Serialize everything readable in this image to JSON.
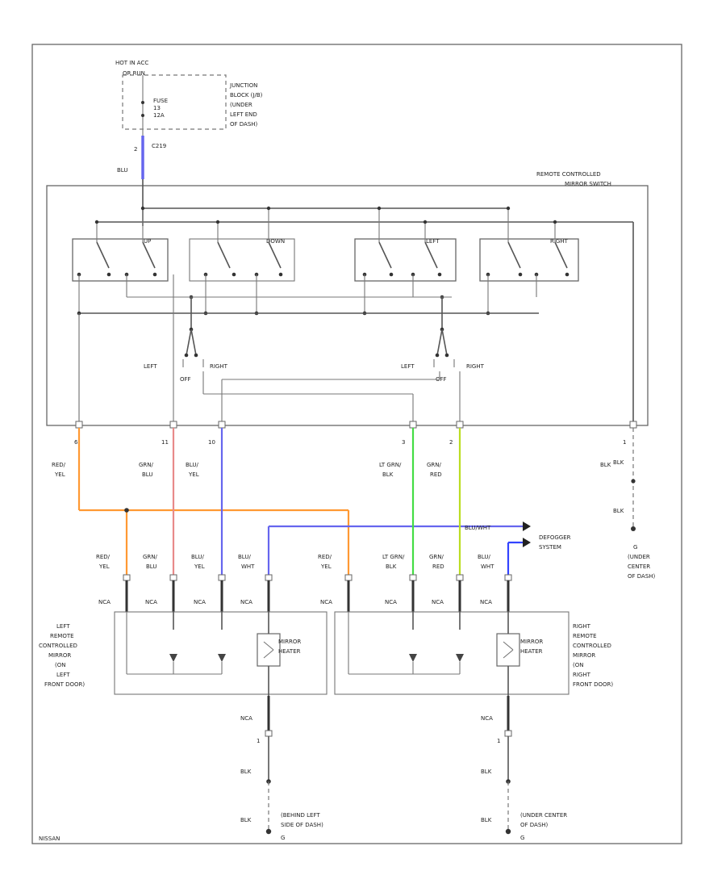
{
  "colors": {
    "orange": "#ff9933",
    "pink": "#e88a8a",
    "blue": "#6666ee",
    "green": "#44dd44",
    "yellowgreen": "#bbdd22",
    "bright_blue": "#3344ff"
  },
  "hotbus": {
    "title": "HOT IN ACC",
    "sub": "OR RUN",
    "fuse": "FUSE",
    "num": "13",
    "amp": "12A",
    "pin": "2",
    "conn": "C219",
    "wire": "BLU"
  },
  "junction": [
    "JUNCTION",
    "BLOCK (J/B)",
    "(UNDER",
    "LEFT END",
    "OF DASH)"
  ],
  "switch": {
    "title": "REMOTE CONTROLLED",
    "sub": "MIRROR SWITCH",
    "up": "UP",
    "down": "DOWN",
    "left_lbl": "LEFT",
    "right_lbl": "RIGHT",
    "left": "LEFT",
    "off": "OFF",
    "right": "RIGHT"
  },
  "wires_top": [
    {
      "pin": "6",
      "c1": "RED/",
      "c2": "YEL"
    },
    {
      "pin": "11",
      "c1": "GRN/",
      "c2": "BLU"
    },
    {
      "pin": "10",
      "c1": "BLU/",
      "c2": "YEL"
    },
    {
      "pin": "3",
      "c1": "LT GRN/",
      "c2": "BLK"
    },
    {
      "pin": "2",
      "c1": "GRN/",
      "c2": "RED"
    },
    {
      "pin": "1",
      "c1": "BLK",
      "c2": ""
    }
  ],
  "ground_top": {
    "wire": "BLK",
    "wire2": "BLK",
    "code": "G",
    "loc": [
      "(UNDER",
      "CENTER",
      "OF DASH)"
    ]
  },
  "defogger": {
    "label": "BLU/WHT",
    "sys1": "DEFOGGER",
    "sys2": "SYSTEM"
  },
  "wires_mid": [
    {
      "c1": "RED/",
      "c2": "YEL"
    },
    {
      "c1": "GRN/",
      "c2": "BLU"
    },
    {
      "c1": "BLU/",
      "c2": "YEL"
    },
    {
      "c1": "BLU/",
      "c2": "WHT"
    },
    {
      "c1": "RED/",
      "c2": "YEL"
    },
    {
      "c1": "LT GRN/",
      "c2": "BLK"
    },
    {
      "c1": "GRN/",
      "c2": "RED"
    },
    {
      "c1": "BLU/",
      "c2": "WHT"
    }
  ],
  "nca": "NCA",
  "left_mirror": [
    "LEFT",
    "REMOTE",
    "CONTROLLED",
    "MIRROR",
    "(ON",
    "LEFT",
    "FRONT DOOR)"
  ],
  "right_mirror": [
    "RIGHT",
    "REMOTE",
    "CONTROLLED",
    "MIRROR",
    "(ON",
    "RIGHT",
    "FRONT DOOR)"
  ],
  "heater": [
    "MIRROR",
    "HEATER"
  ],
  "bottom_left": {
    "nca": "NCA",
    "pin": "1",
    "wire": "BLK",
    "wire2": "BLK",
    "loc": [
      "(BEHIND LEFT",
      "SIDE OF DASH)"
    ],
    "code": "G"
  },
  "bottom_right": {
    "nca": "NCA",
    "pin": "1",
    "wire": "BLK",
    "wire2": "BLK",
    "loc": [
      "(UNDER CENTER",
      "OF DASH)"
    ],
    "code": "G"
  },
  "footer": "NISSAN"
}
